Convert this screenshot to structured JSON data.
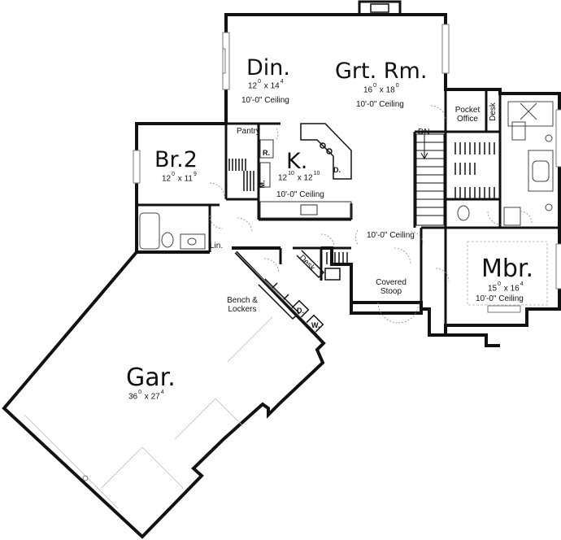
{
  "rooms": {
    "dining": {
      "name": "Din.",
      "dim_w": "12",
      "dim_w_frac": "0",
      "dim_h": "14",
      "dim_h_frac": "4",
      "ceiling": "10'-0\" Ceiling"
    },
    "great_room": {
      "name": "Grt. Rm.",
      "dim_w": "16",
      "dim_w_frac": "0",
      "dim_h": "18",
      "dim_h_frac": "0",
      "ceiling": "10'-0\" Ceiling"
    },
    "kitchen": {
      "name": "K.",
      "dim_w": "12",
      "dim_w_frac": "10",
      "dim_h": "12",
      "dim_h_frac": "10",
      "ceiling": "10'-0\" Ceiling"
    },
    "bedroom2": {
      "name": "Br.2",
      "dim_w": "12",
      "dim_w_frac": "0",
      "dim_h": "11",
      "dim_h_frac": "9"
    },
    "master": {
      "name": "Mbr.",
      "dim_w": "15",
      "dim_w_frac": "0",
      "dim_h": "16",
      "dim_h_frac": "4",
      "ceiling": "10'-0\" Ceiling"
    },
    "garage": {
      "name": "Gar.",
      "dim_w": "36",
      "dim_w_frac": "0",
      "dim_h": "27",
      "dim_h_frac": "4"
    }
  },
  "labels": {
    "pantry": "Pantry",
    "refrigerator": "R.",
    "dishwasher": "D.",
    "microwave": "M.",
    "pocket_office": "Pocket Office",
    "desk_office": "Desk",
    "desk_hall": "Desk",
    "stair_down": "DN",
    "hall_ceiling": "10'-0\" Ceiling",
    "covered_stoop": "Covered Stoop",
    "linen": "Lin.",
    "bench_lockers": "Bench & Lockers",
    "dryer": "D.",
    "washer": "W."
  },
  "colors": {
    "wall": "#111111",
    "fixture": "#555555",
    "light": "#999999",
    "background": "#ffffff"
  }
}
